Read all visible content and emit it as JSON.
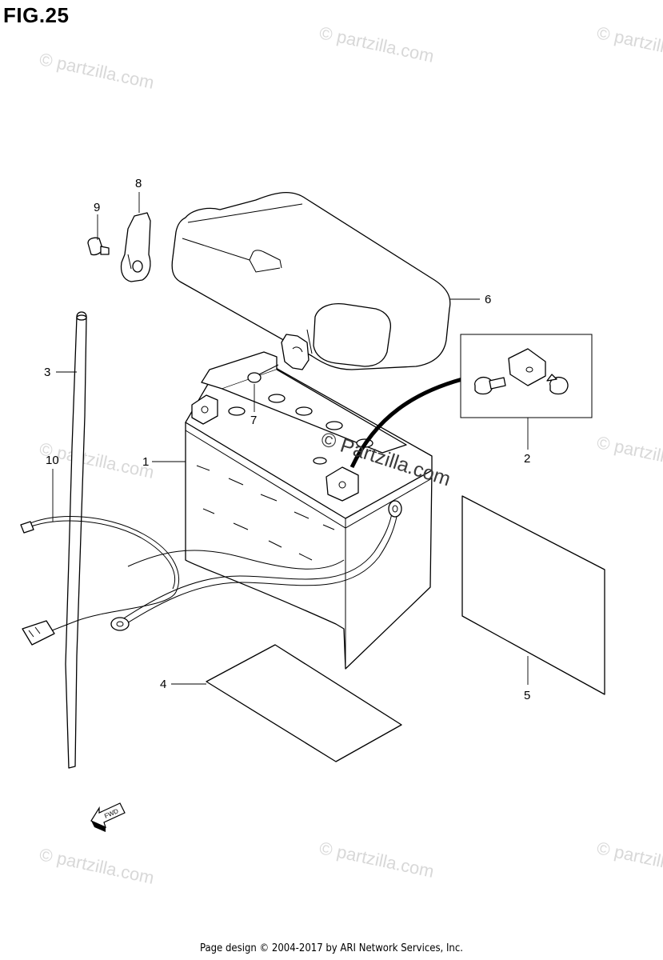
{
  "figure": {
    "title": "FIG.25"
  },
  "watermark": {
    "text": "© partzilla.com",
    "center_text": "© Partzilla.com"
  },
  "callouts": [
    "1",
    "2",
    "3",
    "4",
    "5",
    "6",
    "7",
    "8",
    "9",
    "10"
  ],
  "fwd_label": "FWD",
  "footer": {
    "text": "Page design © 2004-2017 by ARI Network Services, Inc."
  }
}
